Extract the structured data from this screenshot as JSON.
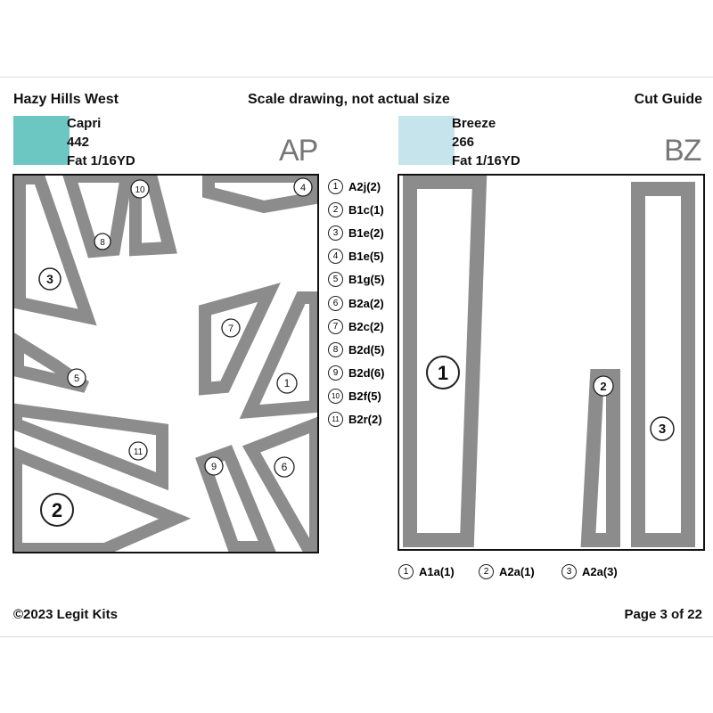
{
  "header": {
    "title": "Hazy Hills West",
    "subtitle": "Scale drawing, not actual size",
    "guide": "Cut Guide"
  },
  "fabrics": [
    {
      "name": "Capri",
      "number": "442",
      "cut": "Fat 1/16YD",
      "code": "AP",
      "color": "#6cc6c2"
    },
    {
      "name": "Breeze",
      "number": "266",
      "cut": "Fat 1/16YD",
      "code": "BZ",
      "color": "#c6e4ec"
    }
  ],
  "left_legend": [
    {
      "n": "1",
      "label": "A2j(2)"
    },
    {
      "n": "2",
      "label": "B1c(1)"
    },
    {
      "n": "3",
      "label": "B1e(2)"
    },
    {
      "n": "4",
      "label": "B1e(5)"
    },
    {
      "n": "5",
      "label": "B1g(5)"
    },
    {
      "n": "6",
      "label": "B2a(2)"
    },
    {
      "n": "7",
      "label": "B2c(2)"
    },
    {
      "n": "8",
      "label": "B2d(5)"
    },
    {
      "n": "9",
      "label": "B2d(6)"
    },
    {
      "n": "10",
      "label": "B2f(5)"
    },
    {
      "n": "11",
      "label": "B2r(2)"
    }
  ],
  "right_legend": [
    {
      "n": "1",
      "label": "A1a(1)"
    },
    {
      "n": "2",
      "label": "A2a(1)"
    },
    {
      "n": "3",
      "label": "A2a(3)"
    }
  ],
  "footer": {
    "copyright": "©2023 Legit Kits",
    "page": "Page 3 of 22"
  }
}
